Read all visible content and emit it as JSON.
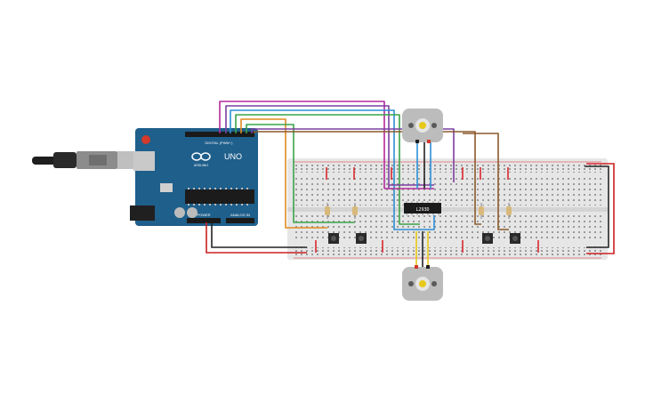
{
  "arduino": {
    "brand": "UNO",
    "model": "ARDUINO",
    "digital_header": "DIGITAL (PWM~)",
    "power_label": "POWER",
    "analog_label": "ANALOG IN",
    "logo_icon": "infinity-logo-icon"
  },
  "driver_chip": {
    "label": "L293D"
  },
  "colors": {
    "board": "#1f5f8b",
    "breadboard": "#e6e6e6",
    "rail_red": "#d9272e",
    "wire_magenta": "#b3289b",
    "wire_purple": "#7a3ea0",
    "wire_blue": "#2b8fd6",
    "wire_green": "#3aa34a",
    "wire_orange": "#e08a1e",
    "wire_brown": "#8a5a2b",
    "wire_yellow": "#e7c91a",
    "wire_black": "#222222",
    "wire_red": "#cc2020"
  }
}
